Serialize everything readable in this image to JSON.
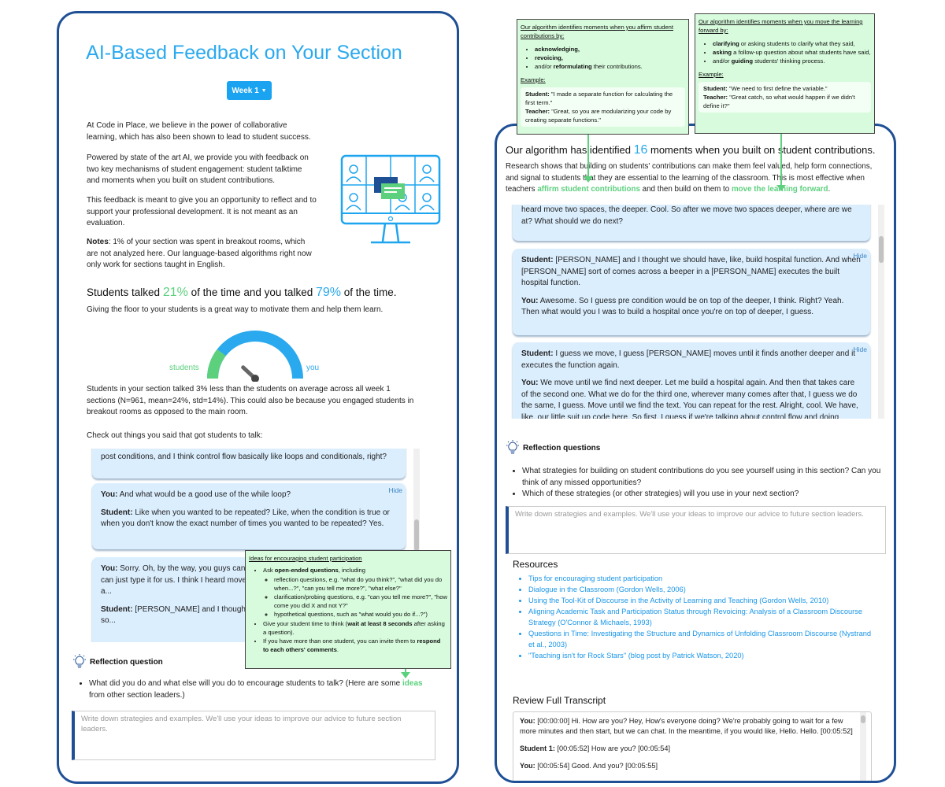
{
  "left": {
    "title": "AI-Based Feedback on Your Section",
    "week_button": "Week 1",
    "intro_1": "At Code in Place, we believe in the power of collaborative learning, which has also been shown to lead to student success.",
    "intro_2": "Powered by state of the art AI, we provide you with feedback on two key mechanisms of student engagement: student talktime and moments when you built on student contributions.",
    "intro_3": "This feedback is meant to give you an opportunity to reflect and to support your professional development. It is not meant as an evaluation.",
    "notes_label": "Notes",
    "notes_text": ":    1% of your section was spent in breakout rooms, which are not analyzed here. Our language-based algorithms right now only work for sections taught in English.",
    "talk_pre": "Students talked ",
    "talk_students_pct": "21%",
    "talk_mid": " of the time and you talked ",
    "talk_you_pct": "79%",
    "talk_post": " of the time.",
    "talk_sub": "Giving the floor to your students is a great way to motivate them and help them learn.",
    "gauge_students_label": "students",
    "gauge_you_label": "you",
    "gauge_students_fraction": 0.21,
    "compare_text": "Students in your section talked 3% less than the students on average across all week 1 sections (N=961, mean=24%, std=14%). This could also be because you engaged students in breakout rooms as opposed to the main room.",
    "check_out": "Check out things you said that got students to talk:",
    "cards": [
      {
        "line": "post conditions, and I think control flow basically like loops and conditionals, right?"
      },
      {
        "hide": "Hide",
        "you_label": "You:",
        "you_text": " And what would be a good use of the while loop?",
        "student_label": "Student:",
        "student_text": " Like when you wanted to be repeated? Like, when the condition is true or when you don't know the exact number of times you wanted to be repeated? Yes."
      },
      {
        "you_label": "You:",
        "you_text": " Sorry. Oh, by the way, you guys can... up for everyone. So if you guys want to... can just type it for us. I think I heard move... move two spaces deeper, where are we a...",
        "student_label": "Student:",
        "student_text": " [PERSON_NAME] and I thought... function. And when [PERSON_NAME] so..."
      }
    ],
    "reflection_title": "Reflection question",
    "reflection_q_pre": "What did you do and what else will you do to encourage students to talk? (Here are some ",
    "reflection_q_link": "ideas",
    "reflection_q_post": " from other section leaders.)",
    "textarea_placeholder": "Write down strategies and examples. We'll use your ideas to improve our advice to future section leaders."
  },
  "ideas_callout": {
    "title": "Ideas for encouraging student participation",
    "item1_pre": "Ask ",
    "item1_bold": "open-ended questions",
    "item1_post": ", including",
    "sub1": "reflection questions, e.g. \"what do you think?\", \"what did you do when...?\", \"can you tell me more?\", \"what else?\"",
    "sub2": "clarification/probing questions, e.g. \"can you tell me more?\", \"how come you did X and not Y?\"",
    "sub3": "hypothetical questions, such as \"what would you do if...?\")",
    "item2_pre": "Give your student time to think (",
    "item2_bold": "wait at least 8 seconds",
    "item2_post": " after asking a question).",
    "item3_pre": "If you have more than one student, you can invite them to ",
    "item3_bold": "respond to each others' comments",
    "item3_post": "."
  },
  "affirm_callout": {
    "title": "Our algorithm identifies moments when you affirm student contributions by:",
    "b1": "acknowledging,",
    "b2": "revoicing,",
    "b3_pre": "and/or ",
    "b3_bold": "reformulating",
    "b3_post": " their contributions.",
    "example_label": "Example:",
    "student_label": "Student:",
    "student_text": " \"I made a separate function for calculating the first term.\"",
    "teacher_label": "Teacher:",
    "teacher_text": " \"Great, so you are modularizing your code by creating separate functions.\""
  },
  "forward_callout": {
    "title": "Our algorithm identifies moments when you move the learning forward by:",
    "b1_bold": "clarifying",
    "b1_post": " or asking students to clarify what they said,",
    "b2_bold": "asking",
    "b2_post": " a follow-up question about what students have said,",
    "b3_pre": "and/or ",
    "b3_bold": "guiding",
    "b3_post": " students' thinking process.",
    "example_label": "Example:",
    "student_label": "Student:",
    "student_text": " \"We need to first define the variable.\"",
    "teacher_label": "Teacher:",
    "teacher_text": " \"Great catch, so what would happen if we didn't define it?\""
  },
  "right": {
    "headline_pre": "Our algorithm has identified ",
    "headline_count": "16",
    "headline_post": " moments when you built on student contributions.",
    "research_pre": "Research shows that building on students' contributions can make them feel valued, help form connections, and signal to students that they are essential to the learning of the classroom. This is most effective when teachers ",
    "research_green1": "affirm student contributions",
    "research_mid": " and then build on them to ",
    "research_green2": "move the learning forward",
    "research_post": ".",
    "cards": [
      {
        "line": "heard move two spaces, the deeper. Cool. So after we move two spaces deeper, where are we at? What should we do next?"
      },
      {
        "hide": "Hide",
        "student_label": "Student:",
        "student_text": " [PERSON_NAME] and I thought we should have, like, build hospital function. And when [PERSON_NAME] sort of comes across a beeper in a [PERSON_NAME] executes the built hospital function.",
        "you_label": "You:",
        "you_text": " Awesome. So I guess pre condition would be on top of the deeper, I think. Right? Yeah. Then what would you I was to build a hospital once you're on top of deeper, I guess."
      },
      {
        "hide": "Hide",
        "student_label": "Student:",
        "student_text": " I guess we move, I guess [PERSON_NAME] moves until it finds another deeper and it executes the function again.",
        "you_label": "You:",
        "you_text": " We move until we find next deeper. Let me build a hospital again. And then that takes care of the second one. What we do for the third one, wherever many comes after that, I guess we do the same, I guess. Move until we find the text. You can repeat for the rest. Alright, cool. We have, like, our little suit up code here. So first, I guess if we're talking about control flow and doing decisions"
      }
    ],
    "reflection_title": "Reflection questions",
    "reflection_q1": "What strategies for building on student contributions do you see yourself using in this section? Can you think of any missed opportunities?",
    "reflection_q2": "Which of these strategies (or other strategies) will you use in your next section?",
    "textarea_placeholder": "Write down strategies and examples. We'll use your ideas to improve our advice to future section leaders.",
    "resources_title": "Resources",
    "resources": [
      "Tips for encouraging student participation",
      "Dialogue in the Classroom (Gordon Wells, 2006)",
      "Using the Tool-Kit of Discourse in the Activity of Learning and Teaching (Gordon Wells, 2010)",
      "Aligning Academic Task and Participation Status through Revoicing: Analysis of a Classroom Discourse Strategy (O'Connor & Michaels, 1993)",
      "Questions in Time: Investigating the Structure and Dynamics of Unfolding Classroom Discourse (Nystrand et al., 2003)",
      "\"Teaching isn't for Rock Stars\" (blog post by Patrick Watson, 2020)"
    ],
    "transcript_title": "Review Full Transcript",
    "transcript": [
      {
        "speaker": "You:",
        "text": " [00:00:00] Hi. How are you? Hey, How's everyone doing? We're probably going to wait for a few more minutes and then start, but we can chat. In the meantime, if you would like, Hello. Hello. [00:05:52]"
      },
      {
        "speaker": "Student 1:",
        "text": " [00:05:52] How are you? [00:05:54]"
      },
      {
        "speaker": "You:",
        "text": " [00:05:54] Good. And you? [00:05:55]"
      }
    ]
  },
  "colors": {
    "accent_blue": "#2aa9ee",
    "green": "#5cd07d",
    "frame": "#1f4f95",
    "card_bg": "#dbeefe",
    "callout_bg": "#d7fbdc"
  }
}
